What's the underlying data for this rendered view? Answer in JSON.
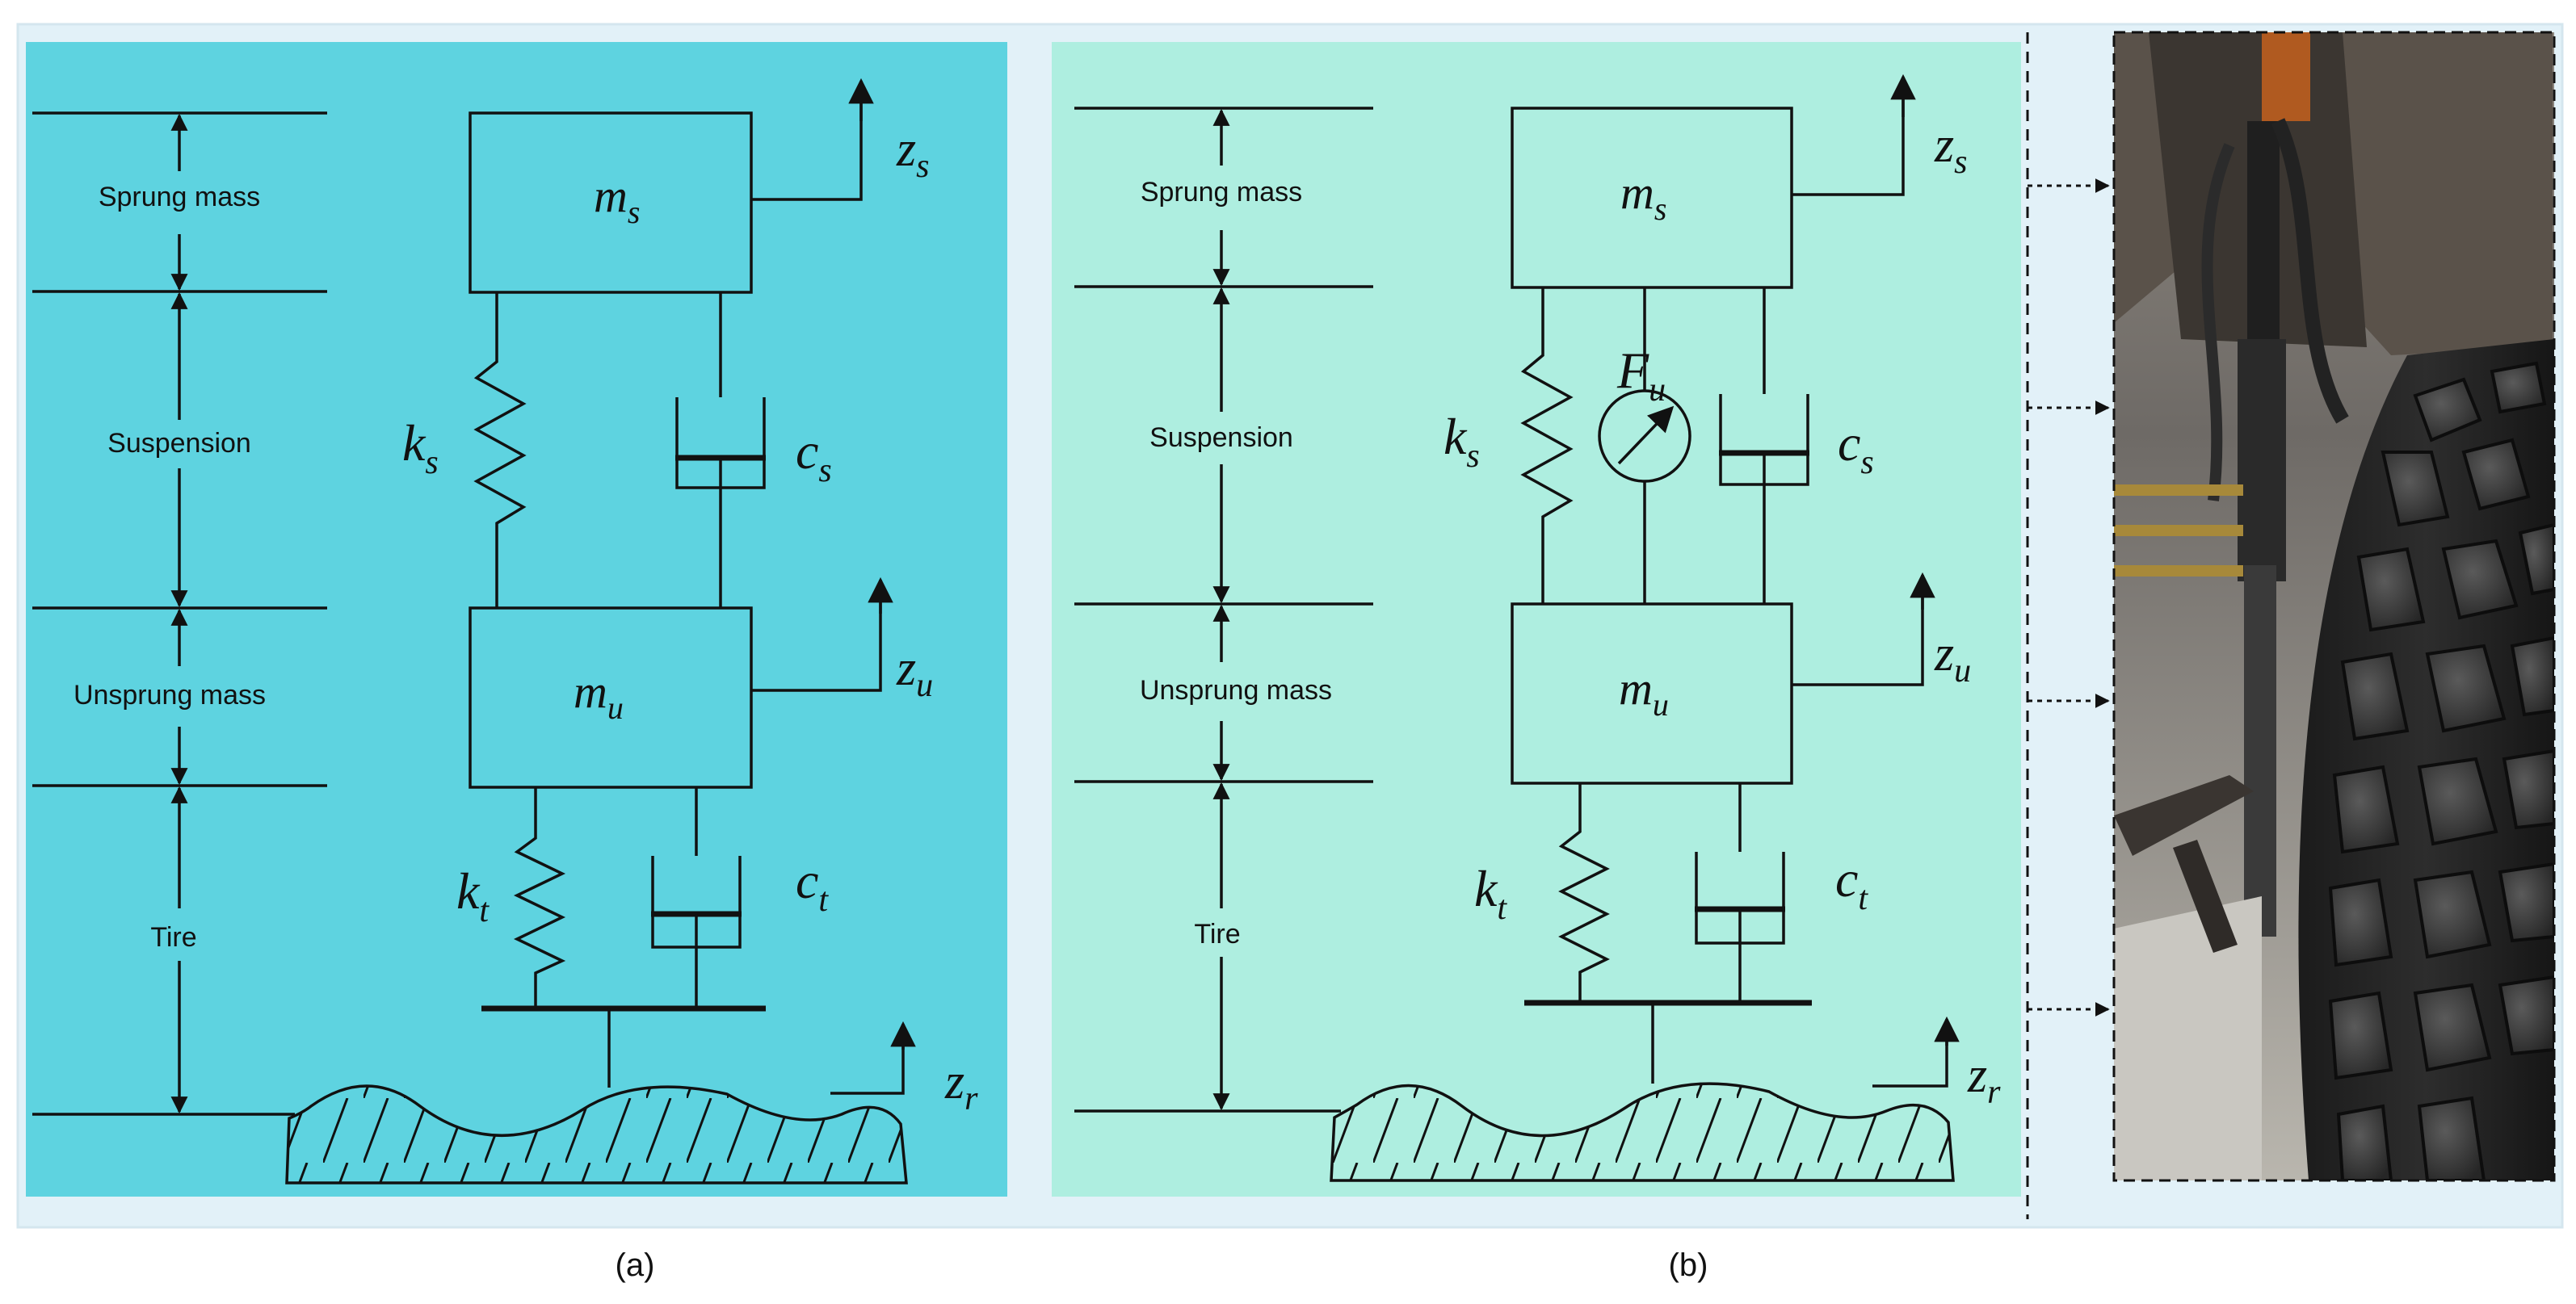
{
  "panel_a": {
    "caption": "(a)",
    "levels": {
      "sprung": "Sprung mass",
      "suspension": "Suspension",
      "unsprung": "Unsprung mass",
      "tire": "Tire"
    },
    "masses": {
      "sprung": "m",
      "sprung_sub": "s",
      "unsprung": "m",
      "unsprung_sub": "u"
    },
    "elements": {
      "ks": "k",
      "ks_sub": "s",
      "cs": "c",
      "cs_sub": "s",
      "kt": "k",
      "kt_sub": "t",
      "ct": "c",
      "ct_sub": "t"
    },
    "coords": {
      "zs": "z",
      "zs_sub": "s",
      "zu": "z",
      "zu_sub": "u",
      "zr": "z",
      "zr_sub": "r"
    }
  },
  "panel_b": {
    "caption": "(b)",
    "levels": {
      "sprung": "Sprung mass",
      "suspension": "Suspension",
      "unsprung": "Unsprung mass",
      "tire": "Tire"
    },
    "masses": {
      "sprung": "m",
      "sprung_sub": "s",
      "unsprung": "m",
      "unsprung_sub": "u"
    },
    "elements": {
      "ks": "k",
      "ks_sub": "s",
      "fu": "F",
      "fu_sub": "u",
      "cs": "c",
      "cs_sub": "s",
      "kt": "k",
      "kt_sub": "t",
      "ct": "c",
      "ct_sub": "t"
    },
    "coords": {
      "zs": "z",
      "zs_sub": "s",
      "zu": "z",
      "zu_sub": "u",
      "zr": "z",
      "zr_sub": "r"
    }
  },
  "colors": {
    "panel_a_bg": "#5ed3e0",
    "panel_b_bg": "#aeeee0",
    "frame_bg": "#e2f1f8",
    "ink": "#111111"
  }
}
